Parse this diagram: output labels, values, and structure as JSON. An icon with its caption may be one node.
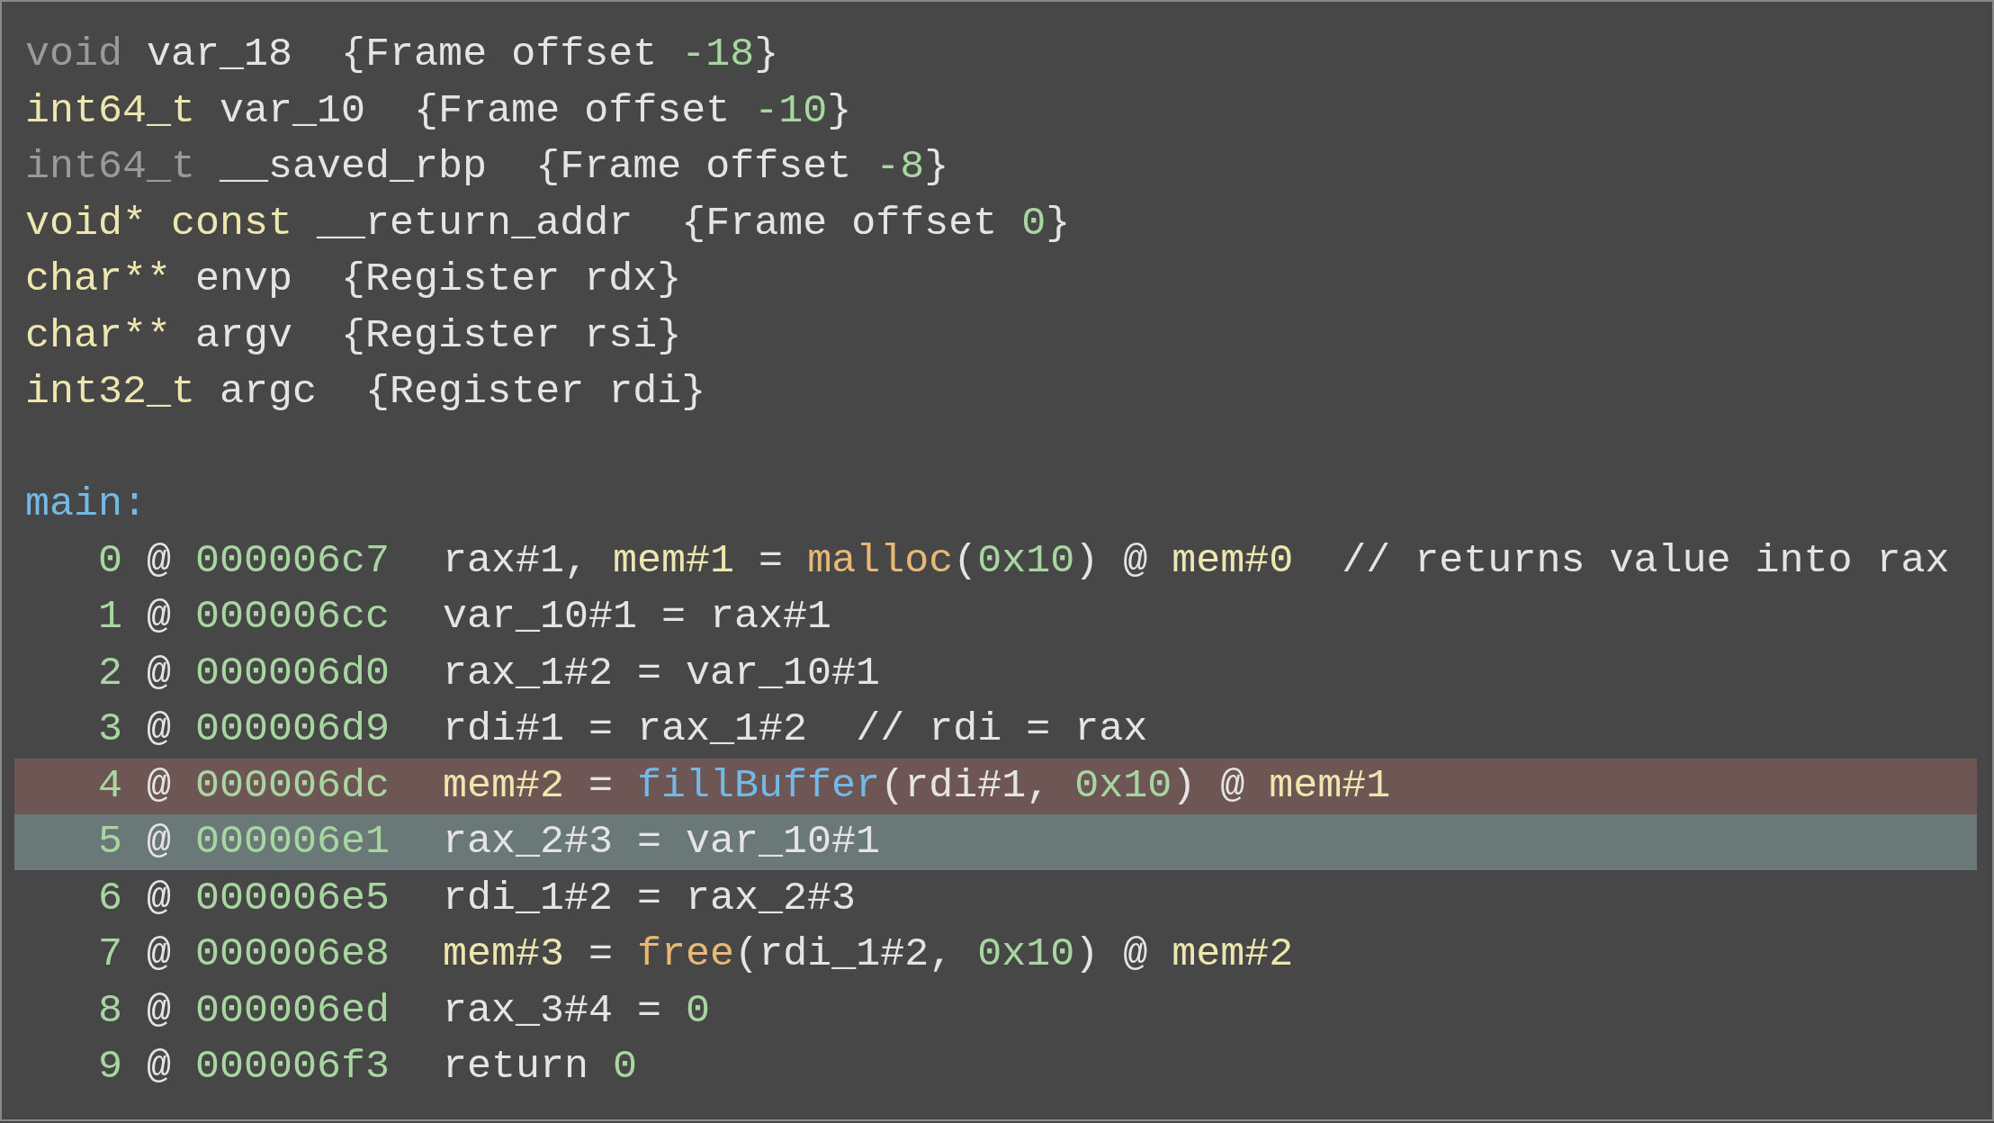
{
  "diagram": {
    "labels": [
      "void var_18  {Frame offset -18}",
      "int64_t var_10  {Frame offset -10}",
      "int64_t __saved_rbp  {Frame offset -8}",
      "void* const __return_addr  {Frame offset 0}",
      "char** envp  {Register rdx}",
      "char** argv  {Register rsi}",
      "int32_t argc  {Register rdi}",
      "main:",
      "0 @ 000006c7",
      "rax#1, mem#1 = malloc(0x10) @ mem#0  // returns value into rax",
      "1 @ 000006cc",
      "var_10#1 = rax#1",
      "2 @ 000006d0",
      "rax_1#2 = var_10#1",
      "3 @ 000006d9",
      "rdi#1 = rax_1#2  // rdi = rax",
      "4 @ 000006dc",
      "mem#2 = fillBuffer(rdi#1, 0x10) @ mem#1",
      "5 @ 000006e1",
      "rax_2#3 = var_10#1",
      "6 @ 000006e5",
      "rdi_1#2 = rax_2#3",
      "7 @ 000006e8",
      "mem#3 = free(rdi_1#2, 0x10) @ mem#2",
      "8 @ 000006ed",
      "rax_3#4 = 0",
      "9 @ 000006f3",
      "return 0"
    ]
  }
}
